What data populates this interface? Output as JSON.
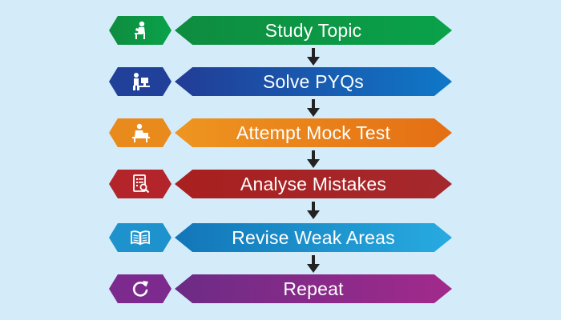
{
  "colors": {
    "background": "#d4ecfa",
    "arrow": "#222222"
  },
  "steps": [
    {
      "label": "Study Topic",
      "icon": "person-studying-icon",
      "color": "#0e8c3f"
    },
    {
      "label": "Solve PYQs",
      "icon": "person-at-computer-icon",
      "color": "#223c96"
    },
    {
      "label": "Attempt Mock Test",
      "icon": "person-writing-exam-icon",
      "color": "#ee9520"
    },
    {
      "label": "Analyse Mistakes",
      "icon": "report-magnifier-icon",
      "color": "#a8201f"
    },
    {
      "label": "Revise Weak Areas",
      "icon": "open-book-icon",
      "color": "#1276b8"
    },
    {
      "label": "Repeat",
      "icon": "refresh-cycle-icon",
      "color": "#7d2a8e"
    }
  ]
}
